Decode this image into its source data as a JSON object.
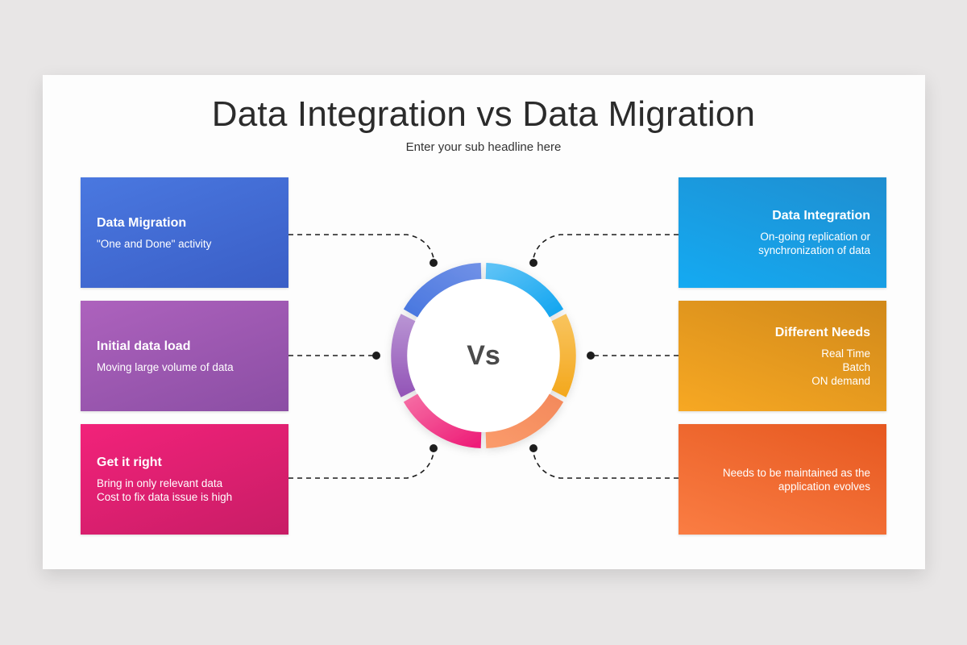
{
  "slide": {
    "title": "Data Integration vs Data Migration",
    "subtitle": "Enter your sub headline here",
    "center_label": "Vs"
  },
  "left_cards": [
    {
      "title": "Data Migration",
      "lines": [
        "\"One and Done\" activity"
      ],
      "color": "#4270d8"
    },
    {
      "title": "Initial data load",
      "lines": [
        "Moving large volume of data"
      ],
      "color": "#9c59b2"
    },
    {
      "title": "Get it right",
      "lines": [
        "Bring in only relevant data",
        "Cost to fix data issue is high"
      ],
      "color": "#e61f72"
    }
  ],
  "right_cards": [
    {
      "title": "Data Integration",
      "lines": [
        "On-going replication or",
        "synchronization of data"
      ],
      "color": "#1a9de2"
    },
    {
      "title": "Different Needs",
      "lines": [
        "Real Time",
        "Batch",
        "ON demand"
      ],
      "color": "#e79a1f"
    },
    {
      "title": "",
      "lines": [
        "Needs to be maintained as the",
        "application evolves"
      ],
      "color": "#f06a32"
    }
  ],
  "ring_segments": [
    {
      "name": "top-left",
      "from": "#4a78e0",
      "to": "#6e8fe6"
    },
    {
      "name": "top-right",
      "from": "#5cc2f6",
      "to": "#14a6f0"
    },
    {
      "name": "right",
      "from": "#f8c35c",
      "to": "#f4a91f"
    },
    {
      "name": "bottom-right",
      "from": "#f48a5c",
      "to": "#fa9a6a"
    },
    {
      "name": "bottom-left",
      "from": "#ee1f79",
      "to": "#f56aa2"
    },
    {
      "name": "left",
      "from": "#b893d3",
      "to": "#9456b8"
    }
  ]
}
